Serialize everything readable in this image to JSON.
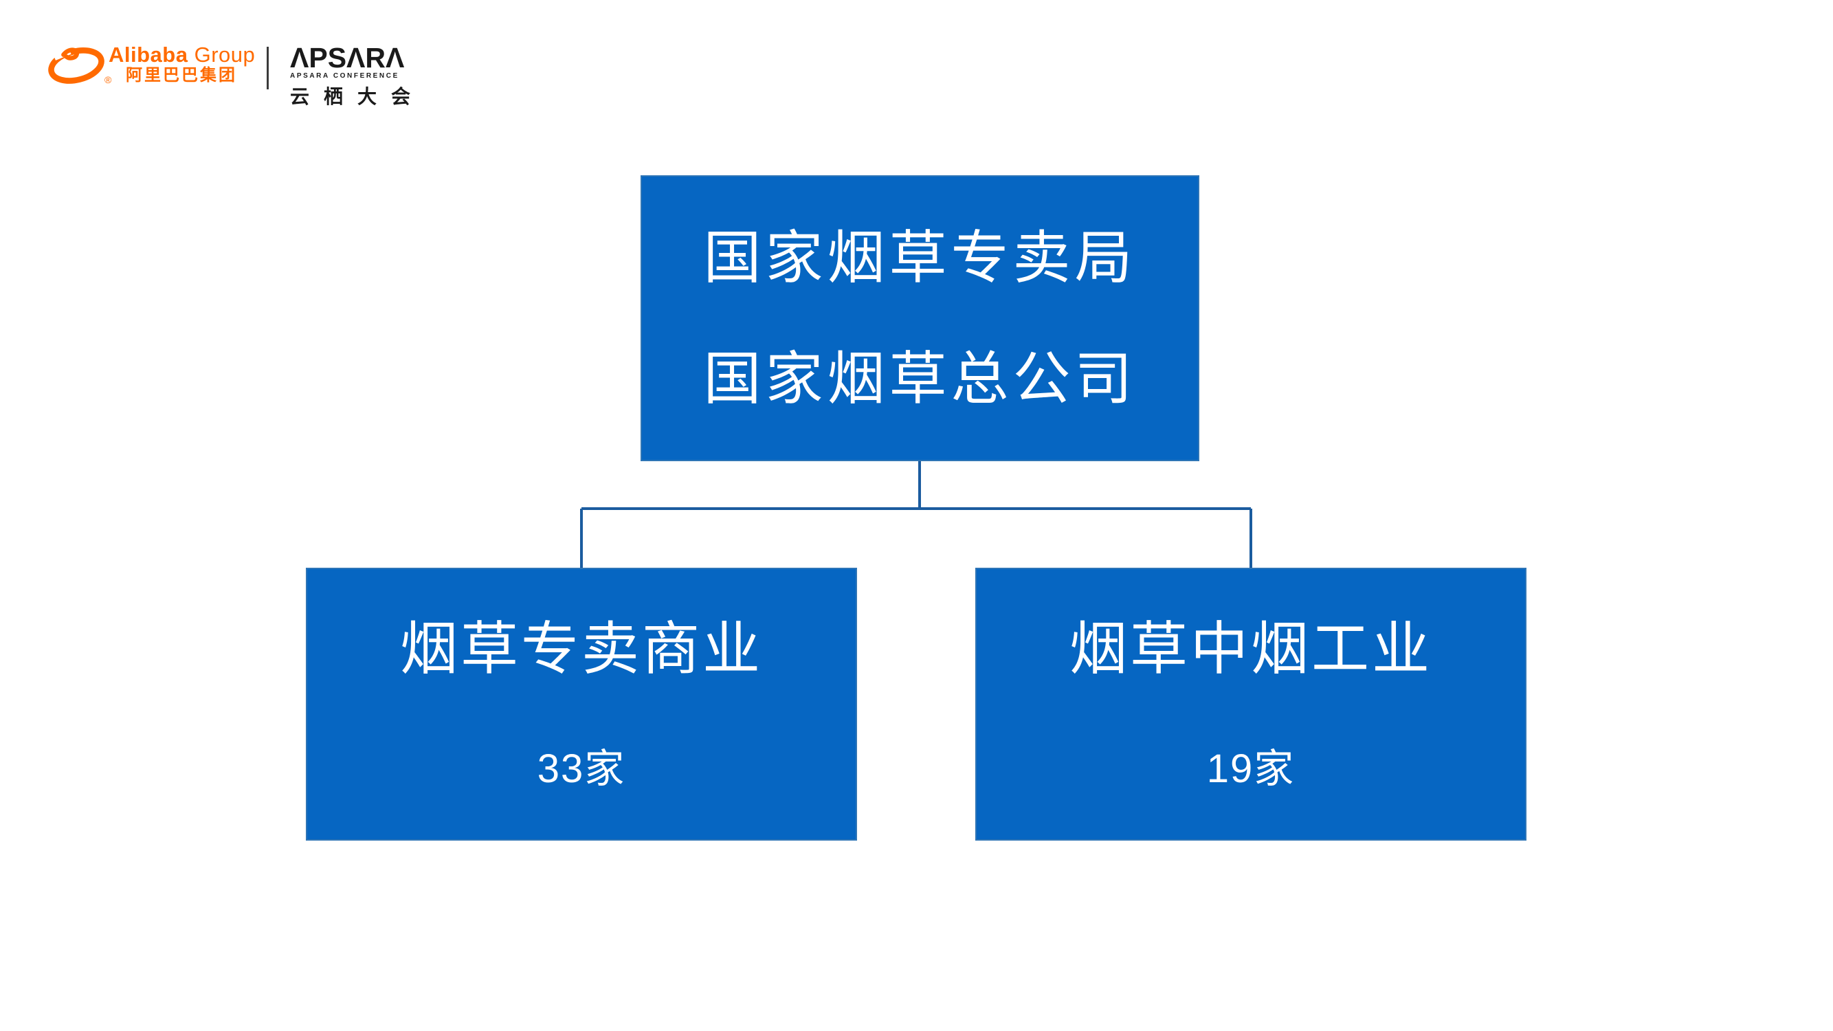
{
  "branding": {
    "alibaba": {
      "name_en_bold": "Alibaba",
      "name_en_rest": "Group",
      "name_cn": "阿里巴巴集团",
      "registered_mark": "®",
      "brand_color": "#FF6A00"
    },
    "apsara": {
      "wordmark": "ΛPSΛRΛ",
      "subtitle": "APSARA CONFERENCE",
      "name_cn": "云栖大会",
      "color": "#1A1A1A"
    }
  },
  "org_chart": {
    "node_fill": "#0666C2",
    "node_border": "#2E75B6",
    "connector_color": "#1B5C9F",
    "text_color": "#FFFFFF",
    "root": {
      "lines": [
        "国家烟草专卖局",
        "国家烟草总公司"
      ]
    },
    "children": [
      {
        "title": "烟草专卖商业",
        "count": "33家"
      },
      {
        "title": "烟草中烟工业",
        "count": "19家"
      }
    ]
  }
}
